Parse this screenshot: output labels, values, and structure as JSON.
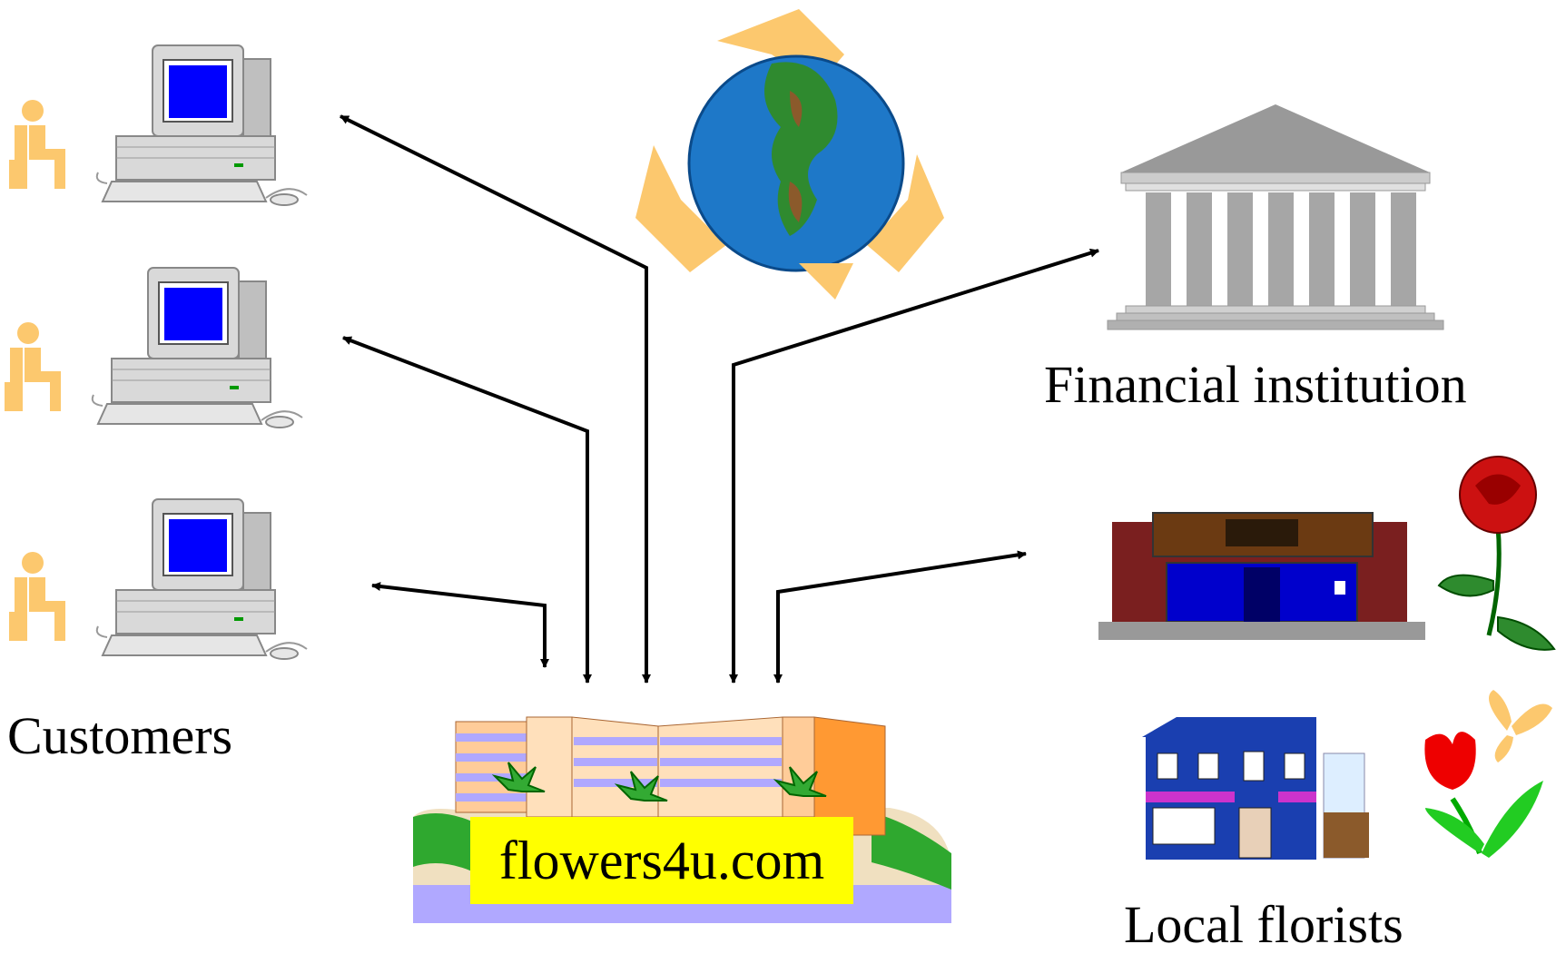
{
  "labels": {
    "customers": "Customers",
    "financial": "Financial institution",
    "florists": "Local florists",
    "site": "flowers4u.com"
  },
  "colors": {
    "background": "#ffffff",
    "arrow": "#000000",
    "figure": "#fcc86e",
    "screen": "#0000ff",
    "computer": "#d9d9d9",
    "globe_ocean": "#1e78c8",
    "globe_land": "#2f8a2f",
    "bank": "#a6a6a6",
    "store_brick": "#7a1f1f",
    "site_label_bg": "#ffff00"
  },
  "icons": {
    "customers": [
      "person-seated-icon",
      "desktop-computer-icon"
    ],
    "center_top": "globe-recycle-icon",
    "bank": "bank-building-icon",
    "storefront": "storefront-icon",
    "rose": "rose-icon",
    "florist_shop": "florist-shop-icon",
    "tulip": "tulip-icon",
    "butterfly": "butterfly-icon",
    "hub": "hotel-building-icon"
  }
}
